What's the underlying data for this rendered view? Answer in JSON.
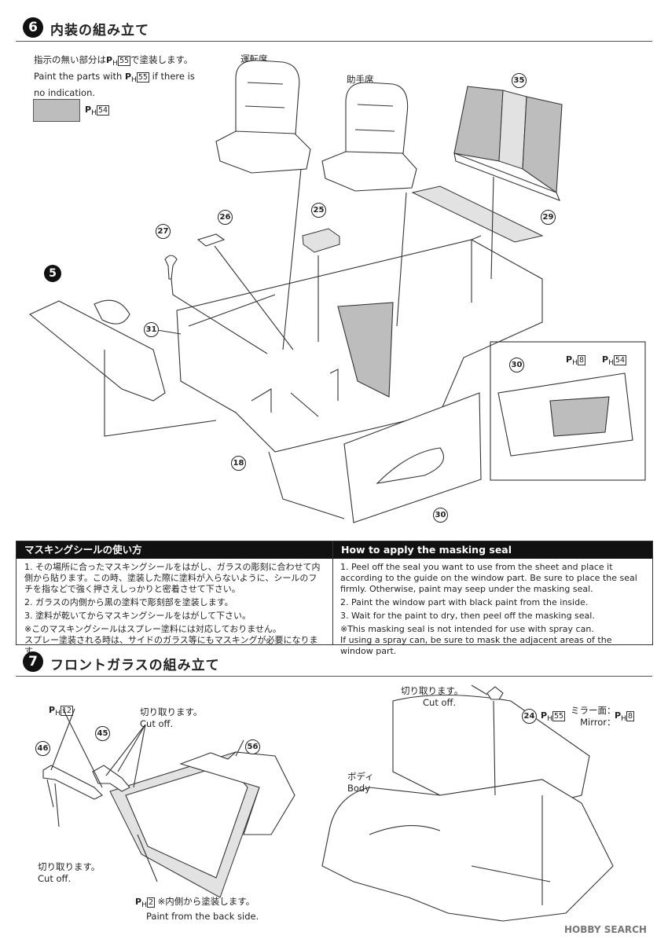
{
  "step6": {
    "number": "6",
    "title": "内装の組み立て",
    "note_jp": "指示の無い部分は",
    "note_jp2": "で塗装します。",
    "note_en1": "Paint the parts with",
    "note_en2": "if there is",
    "note_en3": "no indication.",
    "default_paint": "55",
    "swatch_paint": "54",
    "swatch_color": "#bdbdbd",
    "labels": {
      "driver_seat": "運転席",
      "passenger_seat": "助手席"
    },
    "parts": [
      "35",
      "26",
      "25",
      "27",
      "29",
      "31",
      "30",
      "18",
      "30"
    ],
    "assembly_ref": "5",
    "inset": {
      "part": "30",
      "paint_a": "8",
      "paint_b": "54"
    }
  },
  "masking": {
    "jp_title": "マスキングシールの使い方",
    "en_title": "How to apply the masking seal",
    "jp_items": [
      "1. その場所に合ったマスキングシールをはがし、ガラスの彫刻に合わせて内側から貼ります。この時、塗装した際に塗料が入らないように、シールのフチを指などで強く押さえしっかりと密着させて下さい。",
      "2. ガラスの内側から黒の塗料で彫刻部を塗装します。",
      "3. 塗料が乾いてからマスキングシールをはがして下さい。"
    ],
    "jp_note1": "※このマスキングシールはスプレー塗料には対応しておりません。",
    "jp_note2": "スプレー塗装される時は、サイドのガラス等にもマスキングが必要になります。",
    "en_items": [
      "1. Peel off the seal you want to use from the sheet and place it according to the guide on the window part. Be sure to place the seal firmly. Otherwise, paint may seep under the masking seal.",
      "2. Paint the window part with black paint from the inside.",
      "3. Wait for the paint to dry, then peel off the masking seal."
    ],
    "en_note1": "※This masking seal is not intended for use with spray can.",
    "en_note2": "If using a spray can, be sure to mask the adjacent areas of the window part."
  },
  "step7": {
    "number": "7",
    "title": "フロントガラスの組み立て",
    "paint_12": "12",
    "cut_jp": "切り取ります。",
    "cut_en": "Cut off.",
    "parts": {
      "p46": "46",
      "p45": "45",
      "p56": "56",
      "p24": "24"
    },
    "paint_2": "2",
    "back_jp": "※内側から塗装します。",
    "back_en": "Paint from the back side.",
    "top_cut_jp": "切り取ります。",
    "top_cut_en": "Cut off.",
    "paint_55": "55",
    "mirror_jp": "ミラー面：",
    "mirror_en": "Mirror：",
    "paint_8": "8",
    "body_jp": "ボディ",
    "body_en": "Body",
    "left_cut_jp": "切り取ります。",
    "left_cut_en": "Cut off."
  },
  "paint_prefix": "P",
  "paint_sub": "H",
  "watermark": "HOBBY SEARCH"
}
